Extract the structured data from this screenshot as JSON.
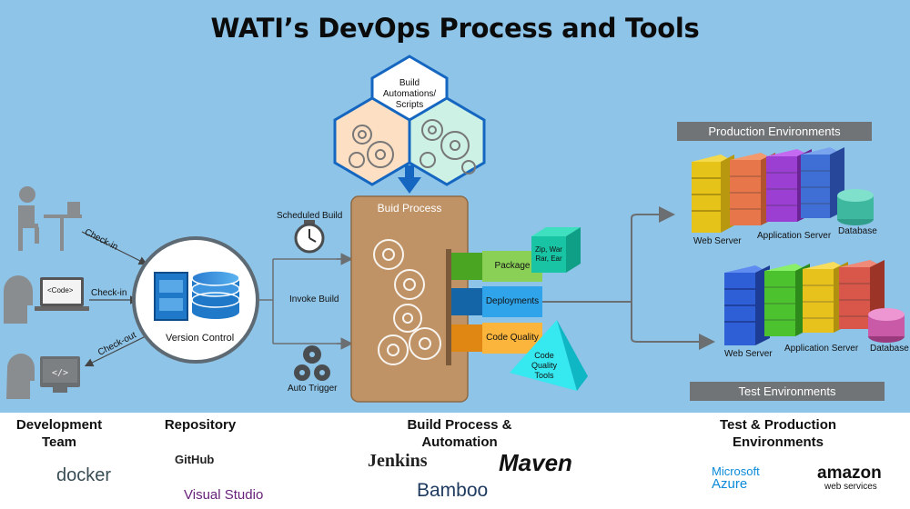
{
  "title": "WATI’s DevOps Process and Tools",
  "hexagon": {
    "label_lines": [
      "Build",
      "Automations/",
      "Scripts"
    ]
  },
  "left_flow": {
    "checkin_1": "Check-in",
    "checkin_2": "Check-in",
    "checkout": "Check-out",
    "code_tag": "<Code>",
    "version_control": "Version Control"
  },
  "triggers": {
    "scheduled_build": "Scheduled Build",
    "invoke_build": "Invoke Build",
    "auto_trigger": "Auto Trigger"
  },
  "build_process": {
    "title": "Buid Process",
    "package": "Package",
    "deployments": "Deployments",
    "code_quality": "Code Quality",
    "artifact_lines": [
      "Zip, War",
      "Rar, Ear"
    ],
    "tools_lines": [
      "Code",
      "Quality",
      "Tools"
    ]
  },
  "environments": {
    "production_title": "Production Environments",
    "test_title": "Test Environments",
    "prod_web": "Web Server",
    "prod_app": "Application Server",
    "prod_db": "Database",
    "test_web": "Web Server",
    "test_app": "Application Server",
    "test_db": "Database"
  },
  "categories": {
    "dev_team_lines": [
      "Development",
      "Team"
    ],
    "repository": "Repository",
    "build_lines": [
      "Build Process &",
      "Automation"
    ],
    "env_lines": [
      "Test & Production",
      "Environments"
    ]
  },
  "logos": {
    "docker": "docker",
    "github": "GitHub",
    "visual_studio": "Visual Studio",
    "jenkins": "Jenkins",
    "maven": "Maven",
    "bamboo": "Bamboo",
    "azure_lines": [
      "Microsoft",
      "Azure"
    ],
    "amazon": "amazon",
    "webservices": "web services"
  },
  "colors": {
    "background": "#8ec4e8",
    "build_box": "#c09366",
    "package": "#7ac943",
    "deployments": "#1e8fd8",
    "code_quality": "#f7a21b",
    "env_bar": "#707476"
  }
}
